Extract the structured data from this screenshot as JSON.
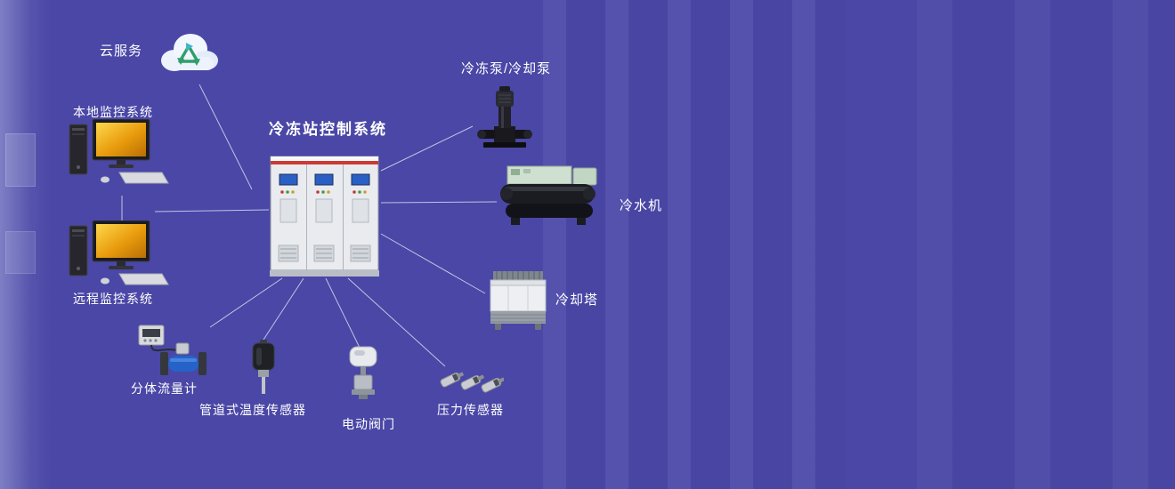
{
  "diagram": {
    "nodes": {
      "cloud": {
        "label": "云服务"
      },
      "local_monitor": {
        "label": "本地监控系统"
      },
      "remote_monitor": {
        "label": "远程监控系统"
      },
      "control_system": {
        "label": "冷冻站控制系统"
      },
      "pump": {
        "label": "冷冻泵/冷却泵"
      },
      "chiller": {
        "label": "冷水机"
      },
      "cooling_tower": {
        "label": "冷却塔"
      },
      "flow_meter": {
        "label": "分体流量计"
      },
      "pipe_temp_sensor": {
        "label": "管道式温度传感器"
      },
      "electric_valve": {
        "label": "电动阀门"
      },
      "pressure_sensor": {
        "label": "压力传感器"
      }
    },
    "edges": [
      {
        "from": "cloud",
        "to": "control_system"
      },
      {
        "from": "local_monitor",
        "to": "remote_monitor"
      },
      {
        "from": "local_monitor",
        "to": "control_system"
      },
      {
        "from": "control_system",
        "to": "pump"
      },
      {
        "from": "control_system",
        "to": "chiller"
      },
      {
        "from": "control_system",
        "to": "cooling_tower"
      },
      {
        "from": "control_system",
        "to": "flow_meter"
      },
      {
        "from": "control_system",
        "to": "pipe_temp_sensor"
      },
      {
        "from": "control_system",
        "to": "electric_valve"
      },
      {
        "from": "control_system",
        "to": "pressure_sensor"
      }
    ],
    "colors": {
      "background": "#4a47a6",
      "connector": "#ccd2e6",
      "label": "#ffffff",
      "cabinet_accent_red": "#cc3b33",
      "screen_yellow": "#f0b428",
      "flow_meter_blue": "#2563c9"
    }
  }
}
